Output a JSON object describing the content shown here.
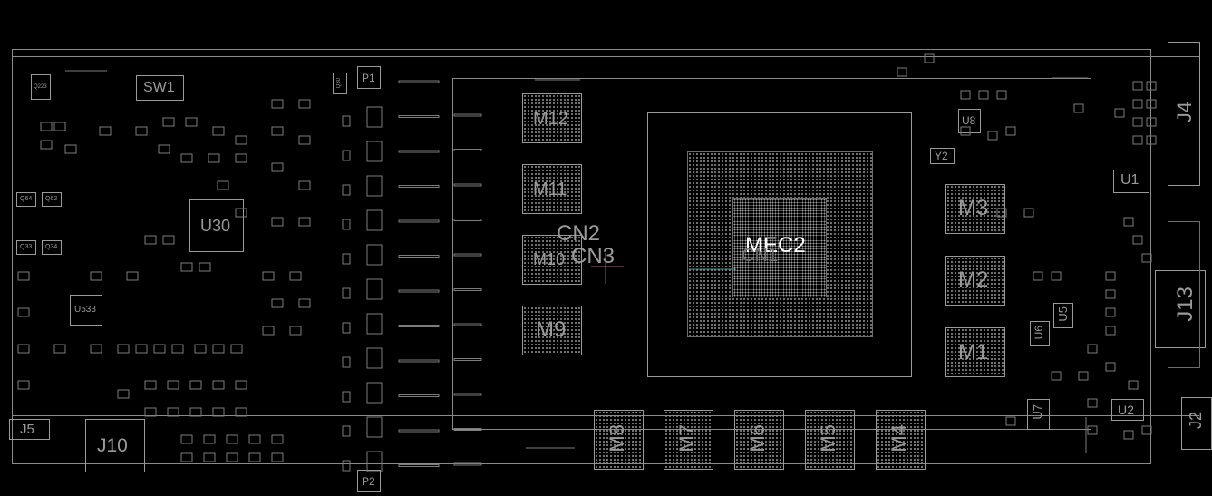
{
  "designators": {
    "sw1": "SW1",
    "p1": "P1",
    "p2": "P2",
    "q223": "Q223",
    "q30": "Q30",
    "q64": "Q64",
    "q62": "Q62",
    "q33": "Q33",
    "q34": "Q34",
    "u30": "U30",
    "u533": "U533",
    "u8": "U8",
    "y2": "Y2",
    "u1": "U1",
    "u5": "U5",
    "u6": "U6",
    "u7": "U7",
    "u2": "U2",
    "j4": "J4",
    "j13": "J13",
    "j2": "J2",
    "j5": "J5",
    "j10": "J10",
    "m12": "M12",
    "m11": "M11",
    "m10": "M10",
    "m9": "M9",
    "m8": "M8",
    "m7": "M7",
    "m6": "M6",
    "m5": "M5",
    "m4": "M4",
    "m3": "M3",
    "m2": "M2",
    "m1": "M1",
    "mec2": "MEC2",
    "cn1": "CN1",
    "cn2": "CN2",
    "cn3": "CN3"
  },
  "colors": {
    "background": "#000000",
    "outline": "#8a8a8a",
    "text": "#9a9a9a",
    "mec_label": "#ffffff",
    "cursor": "#c0505a"
  }
}
